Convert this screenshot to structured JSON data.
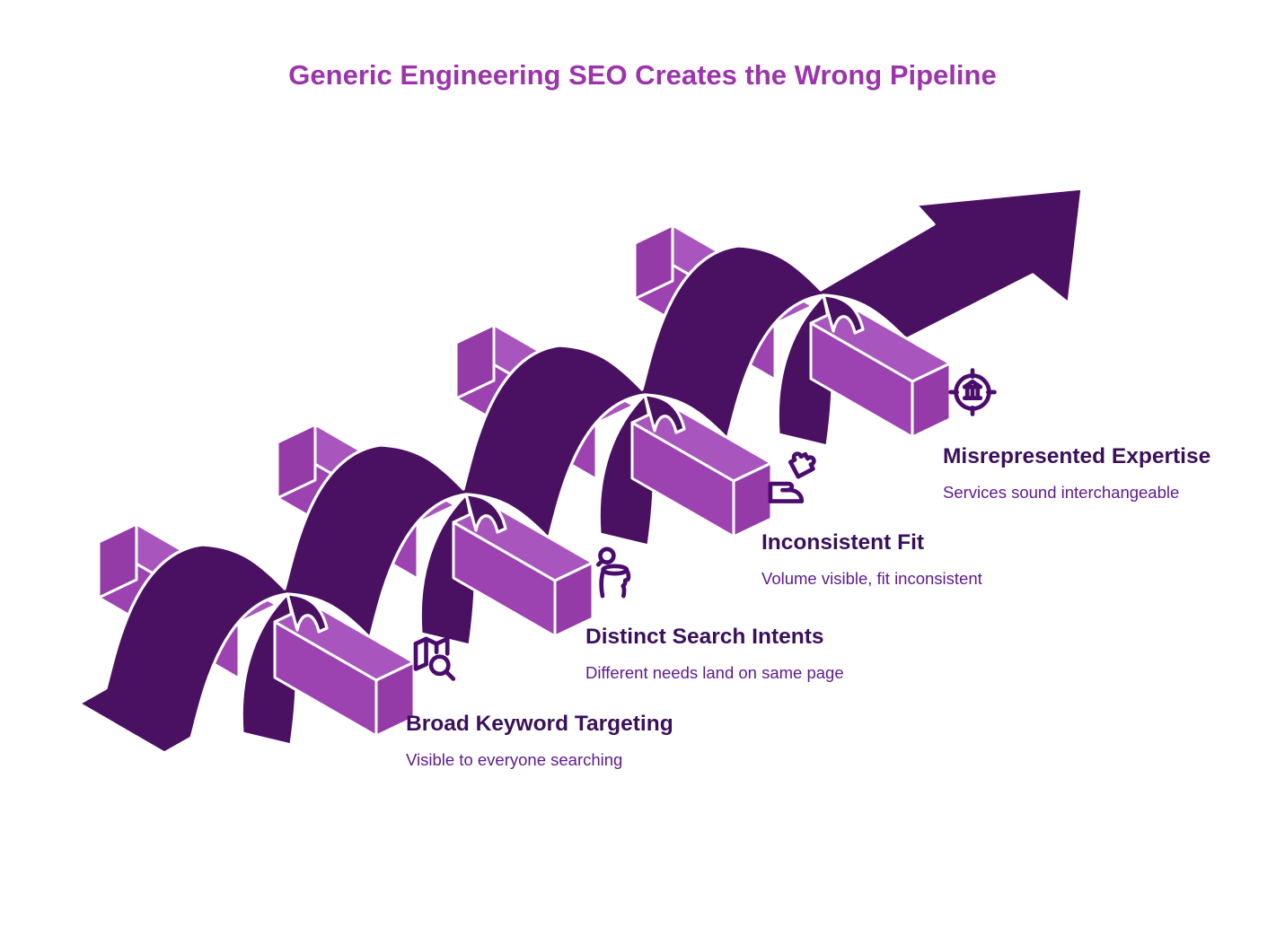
{
  "title": {
    "text": "Generic Engineering SEO Creates the Wrong Pipeline"
  },
  "items": [
    {
      "icon": "map-search-icon",
      "heading": "Broad Keyword Targeting",
      "sub": "Visible to everyone searching"
    },
    {
      "icon": "open-mind-search-icon",
      "heading": "Distinct Search Intents",
      "sub": "Different needs land on same page"
    },
    {
      "icon": "hand-puzzle-icon",
      "heading": "Inconsistent Fit",
      "sub": "Volume visible, fit inconsistent"
    },
    {
      "icon": "institution-target-icon",
      "heading": "Misrepresented Expertise",
      "sub": "Services sound interchangeable"
    }
  ],
  "illustration": {
    "description": "Dark purple ribbon pipeline weaving over four hurdle bars, ending in an upward-right arrow",
    "hurdle_count": 4
  },
  "colors": {
    "title": "#9C34AC",
    "heading": "#3A105C",
    "sub": "#5E1991",
    "icon": "#4A0D6E",
    "ribbon": "#4A1162",
    "barTop": "#A855BE",
    "barFront": "#9D42B1",
    "barEnd": "#953BA8",
    "outline": "#FFFFFF"
  }
}
